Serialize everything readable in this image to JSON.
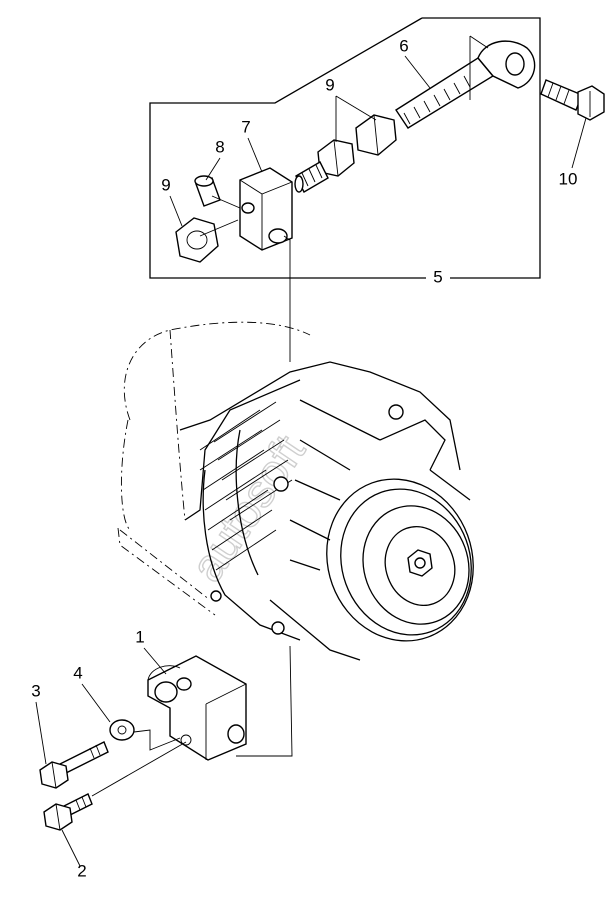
{
  "diagram": {
    "watermark": "autosoft",
    "callouts": [
      {
        "id": "c1",
        "text": "1"
      },
      {
        "id": "c2",
        "text": "2"
      },
      {
        "id": "c3",
        "text": "3"
      },
      {
        "id": "c4",
        "text": "4"
      },
      {
        "id": "c5",
        "text": "5"
      },
      {
        "id": "c6",
        "text": "6"
      },
      {
        "id": "c7",
        "text": "7"
      },
      {
        "id": "c8",
        "text": "8"
      },
      {
        "id": "c9a",
        "text": "9"
      },
      {
        "id": "c9b",
        "text": "9"
      },
      {
        "id": "c10",
        "text": "10"
      }
    ]
  }
}
